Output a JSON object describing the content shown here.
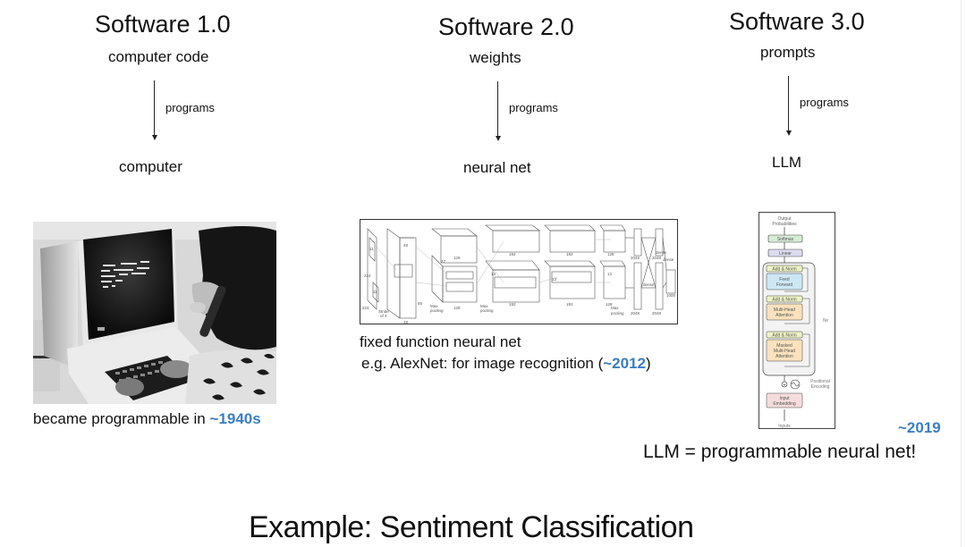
{
  "columns": [
    {
      "title": "Software 1.0",
      "source": "computer code",
      "relation": "programs",
      "target": "computer",
      "caption_prefix": "became programmable in ",
      "caption_year": "~1940s",
      "image": "vintage-computer-terminal-photo"
    },
    {
      "title": "Software 2.0",
      "source": "weights",
      "relation": "programs",
      "target": "neural net",
      "caption_line1": "fixed function neural net",
      "caption_line2_prefix": "e.g. AlexNet: for image recognition (",
      "caption_line2_year": "~2012",
      "caption_line2_suffix": ")",
      "image": "alexnet-architecture-diagram",
      "diagram_labels": {
        "dims": [
          "224",
          "224",
          "3",
          "11",
          "11",
          "5",
          "5",
          "48",
          "48",
          "55",
          "27",
          "128",
          "128",
          "3",
          "3",
          "13",
          "13",
          "192",
          "192",
          "192",
          "192",
          "128",
          "128",
          "2048",
          "2048",
          "2048",
          "2048",
          "1000"
        ],
        "stride": "Stride of 4",
        "pool": "Max pooling",
        "dense": "dense"
      }
    },
    {
      "title": "Software 3.0",
      "source": "prompts",
      "relation": "programs",
      "target": "LLM",
      "caption_year": "~2019",
      "caption": "LLM = programmable neural net!",
      "image": "transformer-architecture-diagram",
      "diagram_labels": {
        "output": "Output Probabilities",
        "softmax": "Softmax",
        "linear": "Linear",
        "add_norm": "Add & Norm",
        "feed_forward": "Feed Forward",
        "mha": "Multi-Head Attention",
        "masked_mha": "Masked Multi-Head Attention",
        "nx": "Nx",
        "pos_enc": "Positional Encoding",
        "input_emb": "Input Embedding",
        "inputs": "Inputs"
      }
    }
  ],
  "footer_title": "Example: Sentiment Classification",
  "colors": {
    "accent": "#3a7ebf",
    "text": "#111111",
    "softmax": "#d6ecd6",
    "linear": "#dcdcf0",
    "add_norm": "#eef3c4",
    "feed_forward": "#cde7f5",
    "attention": "#fbe2bd",
    "embedding": "#f6dcdc"
  }
}
